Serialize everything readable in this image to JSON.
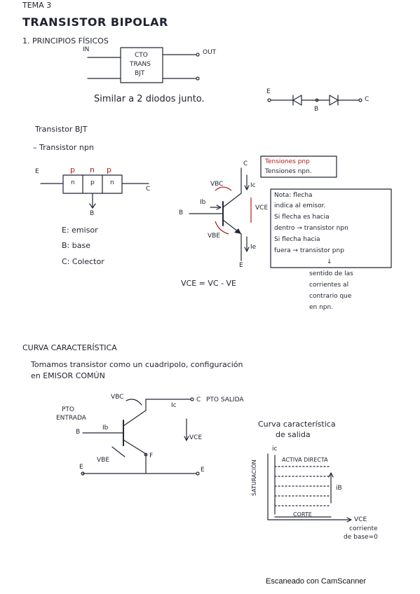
{
  "header": {
    "tema": "TEMA 3",
    "title": "TRANSISTOR BIPOLAR",
    "section1": "1. PRINCIPIOS FÍSICOS"
  },
  "block1": {
    "in_label": "IN",
    "out_label": "OUT",
    "box_line1": "CTO",
    "box_line2": "TRANS",
    "box_line3": "BJT",
    "similar_text": "Similar a 2 diodos junto.",
    "diode_e": "E",
    "diode_b": "B",
    "diode_c": "C"
  },
  "bjt": {
    "heading": "Transistor BJT",
    "npn_heading": "– Transistor npn",
    "label_e": "E",
    "label_c": "C",
    "label_b": "B",
    "top_p1": "p",
    "top_n": "n",
    "top_p2": "p",
    "cell_n1": "n",
    "cell_p": "p",
    "cell_n2": "n",
    "legend_e": "E: emisor",
    "legend_b": "B: base",
    "legend_c": "C: Colector"
  },
  "symbol": {
    "c": "C",
    "b": "B",
    "e": "E",
    "vbc": "VBC",
    "ic": "Ic",
    "ib": "Ib",
    "vce": "VCE",
    "vbe": "VBE",
    "ie": "Ie",
    "formula": "VCE = VC - VE"
  },
  "note_red": {
    "line1": "Tensiones pnp",
    "line2": "Tensiones npn."
  },
  "note": {
    "l1": "Nota: flecha",
    "l2": "indica al emisor.",
    "l3": "Si flecha es hacia",
    "l4": "dentro → transistor npn",
    "l5": "Si flecha hacia",
    "l6": "fuera → transistor pnp",
    "l7": "↓",
    "l8": "sentido de las",
    "l9": "corrientes al",
    "l10": "contrario que",
    "l11": "en npn."
  },
  "curve": {
    "heading": "CURVA CARACTERÍSTICA",
    "desc1": "Tomamos transistor como un cuadripolo, configuración",
    "desc2": "en EMISOR COMÚN",
    "pto_entrada1": "PTO",
    "pto_entrada2": "ENTRADA",
    "b": "B",
    "e": "E",
    "e2": "E",
    "c": "C",
    "f": "F",
    "ib": "Ib",
    "vbc": "VBC",
    "ic": "Ic",
    "pto_salida": "PTO SALIDA",
    "vce": "VCE",
    "vbe": "VBE",
    "graph_title1": "Curva característica",
    "graph_title2": "de salida",
    "ic_axis": "ic",
    "saturacion": "SATURACIÓN",
    "activa": "ACTIVA DIRECTA",
    "ib_arrow": "iB",
    "corte": "CORTE",
    "vce_axis": "VCE",
    "corriente1": "corriente",
    "corriente2": "de base=0"
  },
  "footer": {
    "scanner": "Escaneado con CamScanner"
  }
}
